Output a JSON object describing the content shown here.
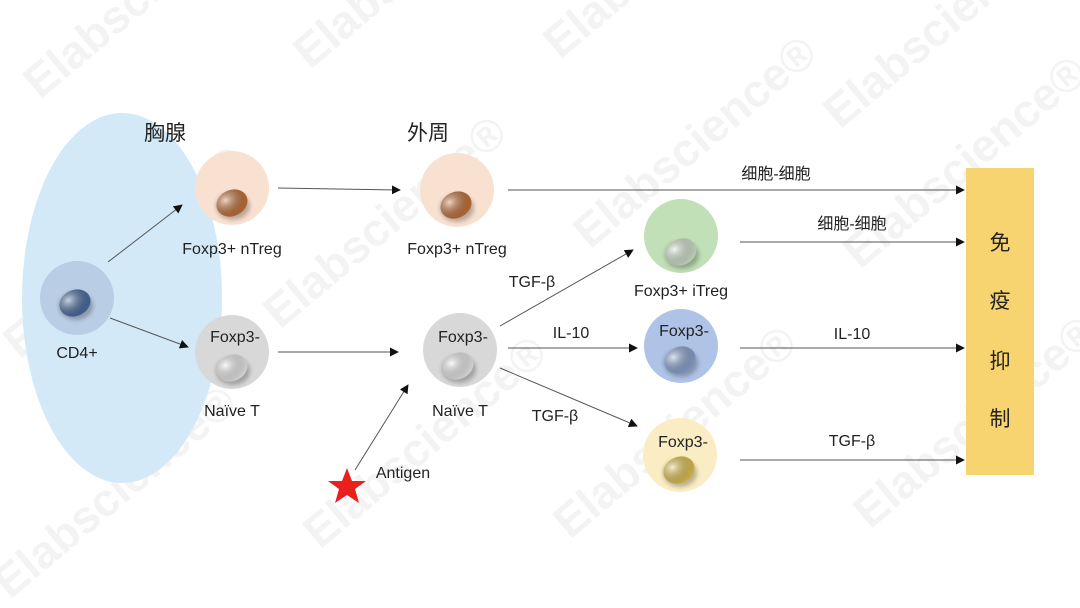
{
  "watermark": {
    "text": "Elabscience®"
  },
  "thymus": {
    "title": "胸腺",
    "color": "#D3E9F7",
    "cd4": {
      "label": "CD4+",
      "color": "#B9CDE4",
      "nucleus": "#4A6FA5"
    },
    "ntreg": {
      "label": "Foxp3+ nTreg",
      "color": "#F9E1D2",
      "nucleus": "#C8743A"
    },
    "naive": {
      "inner": "Foxp3-",
      "label": "Naïve T",
      "color": "#D8D8D8",
      "nucleus": "#F2F2F2"
    }
  },
  "periphery": {
    "title": "外周",
    "ntreg": {
      "label": "Foxp3+ nTreg",
      "color": "#F9E1D2",
      "nucleus": "#C8743A"
    },
    "naive": {
      "inner": "Foxp3-",
      "label": "Naïve T",
      "color": "#D8D8D8",
      "nucleus": "#F2F2F2"
    },
    "antigen": {
      "label": "Antigen",
      "color": "#E8201E"
    },
    "itreg": {
      "label": "Foxp3+ iTreg",
      "signal": "TGF-β",
      "color": "#C2E0B8",
      "nucleus": "#D9EBD3"
    },
    "il10cell": {
      "inner": "Foxp3-",
      "signal": "IL-10",
      "color": "#AFC3E6",
      "nucleus": "#8EA8D6"
    },
    "tgfcell": {
      "inner": "Foxp3-",
      "signal": "TGF-β",
      "color": "#FAEDC4",
      "nucleus": "#E8C94E"
    }
  },
  "mechanisms": [
    "细胞-细胞",
    "细胞-细胞",
    "IL-10",
    "TGF-β"
  ],
  "outcome": {
    "chars": [
      "免",
      "疫",
      "抑",
      "制"
    ],
    "color": "#F7D470"
  }
}
